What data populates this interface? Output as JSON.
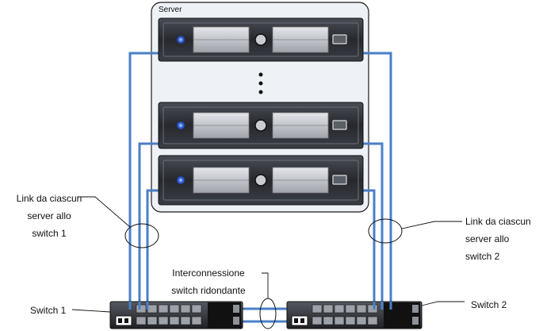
{
  "server_group": {
    "title": "Server",
    "ellipsis_icon": "vertical-ellipsis-icon",
    "units": [
      {
        "led_color": "#3a6ee8",
        "button_icon": "power-button-icon",
        "port_icon": "usb-port-icon"
      },
      {
        "led_color": "#3a6ee8",
        "button_icon": "power-button-icon",
        "port_icon": "usb-port-icon"
      },
      {
        "led_color": "#3a6ee8",
        "button_icon": "power-button-icon",
        "port_icon": "usb-port-icon"
      }
    ]
  },
  "labels": {
    "link_left": [
      "Link da ciascun",
      "server allo",
      "switch 1"
    ],
    "link_right": [
      "Link da ciascun",
      "server allo",
      "switch 2"
    ],
    "interconnect": [
      "Interconnessione",
      "switch ridondante"
    ],
    "switch1": "Switch 1",
    "switch2": "Switch 2"
  },
  "colors": {
    "link": "#4a7fc8",
    "server_panel_bg": "#eef1f6",
    "chassis": "#2f3238"
  }
}
